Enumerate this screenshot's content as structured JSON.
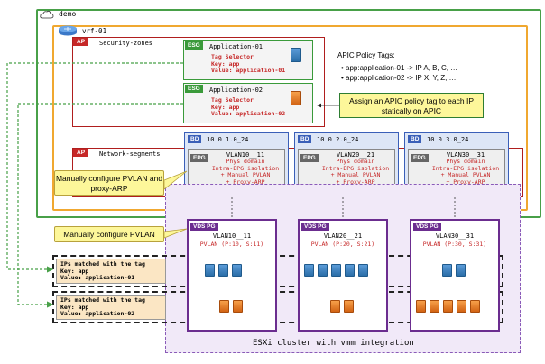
{
  "tenant": {
    "label": "demo",
    "icon": "cloud-icon"
  },
  "vrf": {
    "label": "vrf-01",
    "icon": "router-icon"
  },
  "ap_security": {
    "badge": "AP",
    "label": "Security-zones"
  },
  "ap_network": {
    "badge": "AP",
    "label": "Network-segments"
  },
  "esgs": [
    {
      "badge": "ESG",
      "name": "Application-01",
      "sel_title": "Tag Selector",
      "sel_key": "Key: app",
      "sel_value": "Value: application-01",
      "vm_color": "#3f7fc0"
    },
    {
      "badge": "ESG",
      "name": "Application-02",
      "sel_title": "Tag Selector",
      "sel_key": "Key: app",
      "sel_value": "Value: application-02",
      "vm_color": "#e07a2a"
    }
  ],
  "policy": {
    "title": "APIC Policy Tags:",
    "items": [
      "app:application-01 -> IP A, B, C, …",
      "app:application-02 -> IP X, Y, Z, …"
    ],
    "callout": "Assign an APIC policy tag to each IP statically on APIC"
  },
  "bds": [
    {
      "badge": "BD",
      "label": "10.0.1.0_24",
      "epg": {
        "badge": "EPG",
        "name": "VLAN10__11",
        "lines": [
          "Phys domain",
          "Intra-EPG isolation",
          "+ Manual PVLAN",
          "+ Proxy-ARP"
        ]
      }
    },
    {
      "badge": "BD",
      "label": "10.0.2.0_24",
      "epg": {
        "badge": "EPG",
        "name": "VLAN20__21",
        "lines": [
          "Phys domain",
          "Intra-EPG isolation",
          "+ Manual PVLAN",
          "+ Proxy-ARP"
        ]
      }
    },
    {
      "badge": "BD",
      "label": "10.0.3.0_24",
      "epg": {
        "badge": "EPG",
        "name": "VLAN30__31",
        "lines": [
          "Phys domain",
          "Intra-EPG isolation",
          "+ Manual PVLAN",
          "+ Proxy-ARP"
        ]
      }
    }
  ],
  "callouts": {
    "pvlan_proxy": "Manually configure PVLAN and proxy-ARP",
    "pvlan": "Manually configure PVLAN"
  },
  "cluster": {
    "label": "ESXi cluster with vmm integration"
  },
  "vds_pgs": [
    {
      "badge": "VDS PG",
      "name": "VLAN10__11",
      "pvlan": "PVLAN (P:10, S:11)",
      "blue_vms": 3,
      "orange_vms": 2
    },
    {
      "badge": "VDS PG",
      "name": "VLAN20__21",
      "pvlan": "PVLAN (P:20, S:21)",
      "blue_vms": 5,
      "orange_vms": 2
    },
    {
      "badge": "VDS PG",
      "name": "VLAN30__31",
      "pvlan": "PVLAN (P:30, S:31)",
      "blue_vms": 2,
      "orange_vms": 5
    }
  ],
  "tag_groups": [
    {
      "title": "IPs matched with the tag",
      "key": "Key: app",
      "value": "Value: application-01"
    },
    {
      "title": "IPs matched with the tag",
      "key": "Key: app",
      "value": "Value: application-02"
    }
  ],
  "colors": {
    "tenant": "#48a048",
    "vrf": "#f0a830",
    "ap": "#c62828",
    "esg": "#3a9a3a",
    "bd": "#3a5fb8",
    "vds": "#6b2d8f",
    "vm_blue": "#3f7fc0",
    "vm_orange": "#e07a2a",
    "callout": "#fdf79a"
  }
}
